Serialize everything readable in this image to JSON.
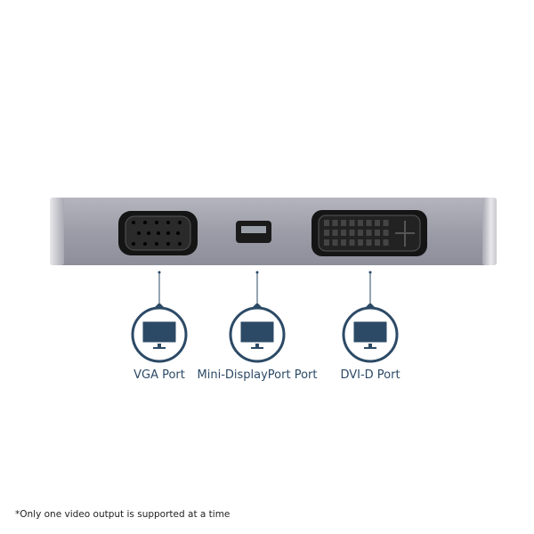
{
  "colors": {
    "accent": "#2c4a66",
    "device": "#9a9ba6"
  },
  "ports": [
    {
      "label": "VGA Port",
      "icon": "monitor-icon"
    },
    {
      "label": "Mini-DisplayPort Port",
      "icon": "monitor-icon"
    },
    {
      "label": "DVI-D Port",
      "icon": "monitor-icon"
    }
  ],
  "footnote": "*Only one video output is supported at a time"
}
